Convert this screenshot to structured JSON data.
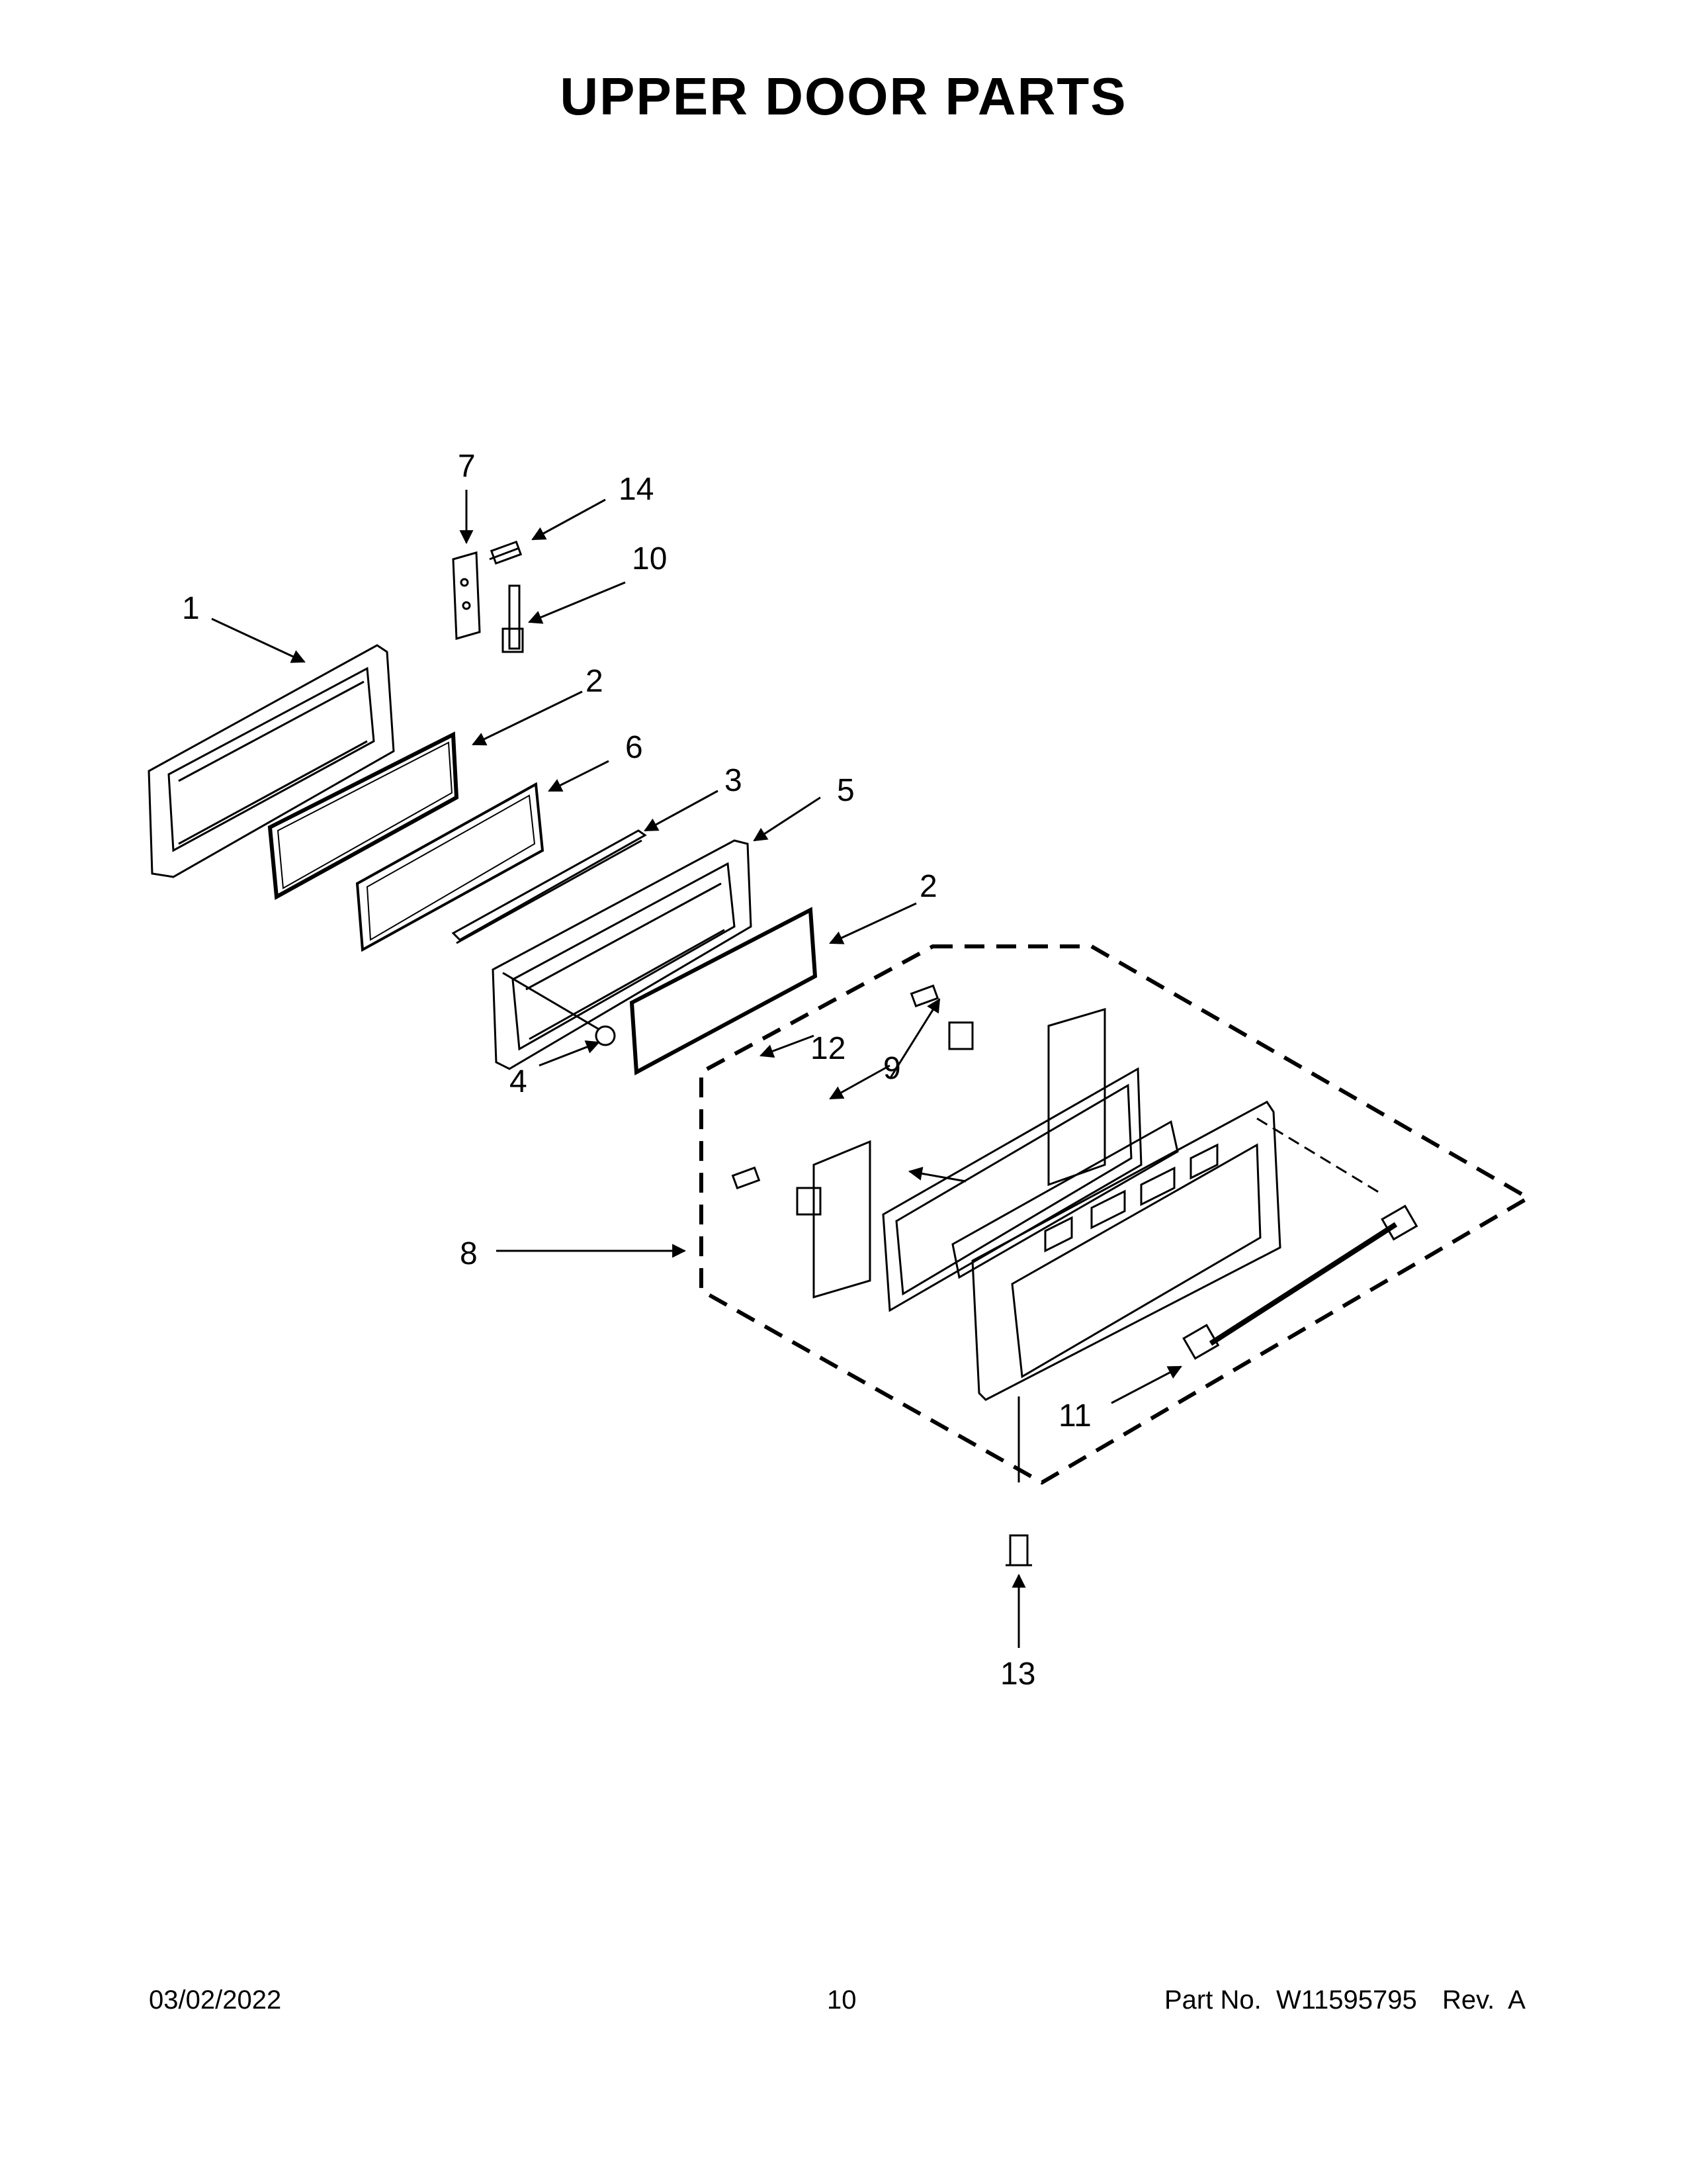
{
  "title": "UPPER DOOR PARTS",
  "footer": {
    "date": "03/02/2022",
    "page": "10",
    "part_no": "Part No.  W11595795",
    "rev": "Rev.  A"
  },
  "callouts": [
    "1",
    "2",
    "2",
    "3",
    "4",
    "5",
    "6",
    "7",
    "8",
    "9",
    "10",
    "11",
    "12",
    "13",
    "14"
  ]
}
